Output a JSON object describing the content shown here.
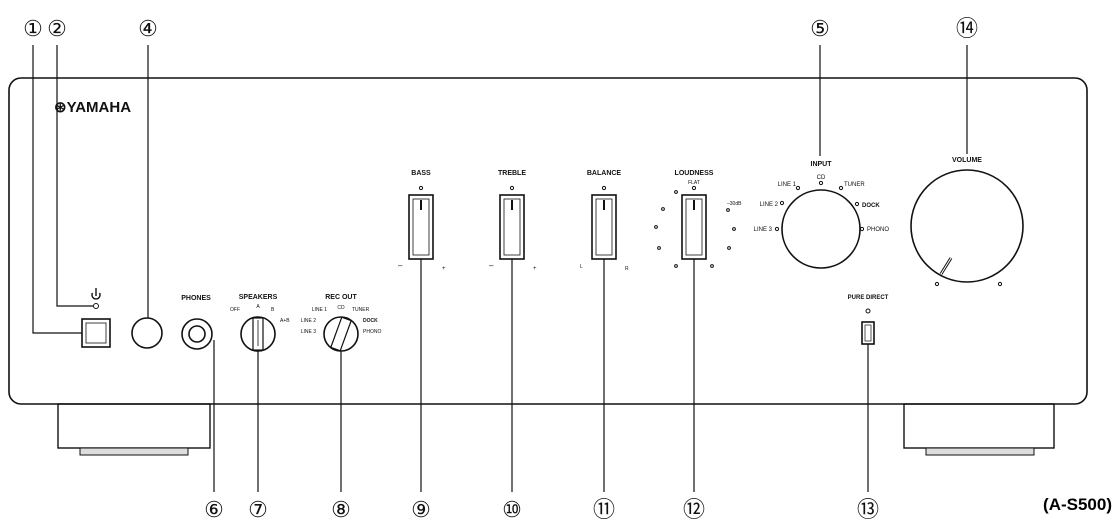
{
  "brand": "⊛YAMAHA",
  "model": "(A-S500)",
  "callouts": [
    "①",
    "②",
    "④",
    "⑤",
    "⑭",
    "⑥",
    "⑦",
    "⑧",
    "⑨",
    "⑩",
    "⑪",
    "⑫",
    "⑬"
  ],
  "labels": {
    "phones": "PHONES",
    "speakers": "SPEAKERS",
    "rec_out": "REC OUT",
    "bass": "BASS",
    "treble": "TREBLE",
    "balance": "BALANCE",
    "loudness": "LOUDNESS",
    "input": "INPUT",
    "volume": "VOLUME",
    "pure_direct": "PURE DIRECT"
  },
  "speakers_positions": [
    "OFF",
    "A",
    "B",
    "A+B"
  ],
  "rec_out_positions": [
    "LINE 1",
    "CD",
    "TUNER",
    "DOCK",
    "PHONO",
    "LINE 2",
    "LINE 3"
  ],
  "input_positions": [
    "LINE 1",
    "CD",
    "TUNER",
    "DOCK",
    "PHONO",
    "LINE 2",
    "LINE 3"
  ],
  "tone_marks": {
    "minus": "–",
    "plus": "+",
    "left": "L",
    "right": "R"
  },
  "loudness_marks": {
    "flat": "FLAT",
    "max": "–30dB"
  },
  "power_icon": "power-icon"
}
